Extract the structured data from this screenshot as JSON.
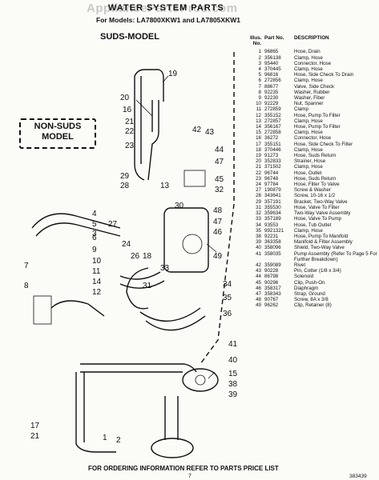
{
  "watermark": "AppliancePartsPros.com",
  "title": "WATER SYSTEM PARTS",
  "subtitle": "For Models: LA7800XKW1 and LA7805XKW1",
  "suds_label": "SUDS-MODEL",
  "non_suds_label_1": "NON-SUDS",
  "non_suds_label_2": "MODEL",
  "table_headers": {
    "illus": "Illus. No.",
    "part": "Part No.",
    "desc": "DESCRIPTION"
  },
  "parts": [
    {
      "no": "1",
      "pn": "96865",
      "desc": "Hose, Drain"
    },
    {
      "no": "2",
      "pn": "356138",
      "desc": "Clamp, Hose"
    },
    {
      "no": "3",
      "pn": "95440",
      "desc": "Connector, Hose"
    },
    {
      "no": "4",
      "pn": "370445",
      "desc": "Clamp, Hose"
    },
    {
      "no": "5",
      "pn": "96816",
      "desc": "Hose, Side Check To Drain"
    },
    {
      "no": "6",
      "pn": "272856",
      "desc": "Clamp, Hose"
    },
    {
      "no": "7",
      "pn": "88677",
      "desc": "Valve, Side Check"
    },
    {
      "no": "8",
      "pn": "92235",
      "desc": "Washer, Rubber"
    },
    {
      "no": "9",
      "pn": "92230",
      "desc": "Washer, Fiber"
    },
    {
      "no": "10",
      "pn": "92229",
      "desc": "Nut, Spanner"
    },
    {
      "no": "11",
      "pn": "272859",
      "desc": "Clamp"
    },
    {
      "no": "12",
      "pn": "355152",
      "desc": "Hose, Pump To Filter"
    },
    {
      "no": "13",
      "pn": "272857",
      "desc": "Clamp, Hose"
    },
    {
      "no": "14",
      "pn": "356167",
      "desc": "Hose, Pump To Filter"
    },
    {
      "no": "15",
      "pn": "272858",
      "desc": "Clamp, Hose"
    },
    {
      "no": "16",
      "pn": "36272",
      "desc": "Connector, Hose"
    },
    {
      "no": "17",
      "pn": "355151",
      "desc": "Hose, Side Check To Filter"
    },
    {
      "no": "18",
      "pn": "370446",
      "desc": "Clamp, Hose"
    },
    {
      "no": "19",
      "pn": "91273",
      "desc": "Hose, Suds Return"
    },
    {
      "no": "20",
      "pn": "352833",
      "desc": "Strainer, Hose"
    },
    {
      "no": "21",
      "pn": "371502",
      "desc": "Clamp, Hose"
    },
    {
      "no": "22",
      "pn": "96744",
      "desc": "Hose, Outlet"
    },
    {
      "no": "23",
      "pn": "96748",
      "desc": "Hose, Suds Return"
    },
    {
      "no": "24",
      "pn": "97784",
      "desc": "Hose, Filter To Valve"
    },
    {
      "no": "27",
      "pn": "190879",
      "desc": "Screw & Washer"
    },
    {
      "no": "28",
      "pn": "343641",
      "desc": "Screw, 10-16 x 1/2"
    },
    {
      "no": "29",
      "pn": "357191",
      "desc": "Bracket, Two-Way Valve"
    },
    {
      "no": "31",
      "pn": "355530",
      "desc": "Hose, Valve To Filter"
    },
    {
      "no": "32",
      "pn": "359634",
      "desc": "Two-Way Valve Assembly"
    },
    {
      "no": "33",
      "pn": "357189",
      "desc": "Hose, Valve To Pump"
    },
    {
      "no": "34",
      "pn": "93553",
      "desc": "Hose, Tub Outlet"
    },
    {
      "no": "35",
      "pn": "9921321",
      "desc": "Clamp, Hose"
    },
    {
      "no": "38",
      "pn": "92231",
      "desc": "Hose, Pump To Manifold"
    },
    {
      "no": "39",
      "pn": "363358",
      "desc": "Manifold & Filter Assembly"
    },
    {
      "no": "40",
      "pn": "358096",
      "desc": "Shield, Two-Way Valve"
    },
    {
      "no": "41",
      "pn": "358035",
      "desc": "Pump Assembly (Refer To Page 5 For Further Breakdown)"
    },
    {
      "no": "42",
      "pn": "359089",
      "desc": "Rivet"
    },
    {
      "no": "43",
      "pn": "90228",
      "desc": "Pin, Cotter (1/8 x 3/4)"
    },
    {
      "no": "44",
      "pn": "86798",
      "desc": "Solenoid"
    },
    {
      "no": "45",
      "pn": "90296",
      "desc": "Clip, Push-On"
    },
    {
      "no": "46",
      "pn": "358317",
      "desc": "Diaphragm"
    },
    {
      "no": "47",
      "pn": "358343",
      "desc": "Strap, Ground"
    },
    {
      "no": "48",
      "pn": "90767",
      "desc": "Screw, 8A x 3/8"
    },
    {
      "no": "49",
      "pn": "96262",
      "desc": "Clip, Retainer (8)"
    }
  ],
  "callouts": [
    {
      "label": "20"
    },
    {
      "label": "19"
    },
    {
      "label": "16"
    },
    {
      "label": "21"
    },
    {
      "label": "22"
    },
    {
      "label": "23"
    },
    {
      "label": "42"
    },
    {
      "label": "43"
    },
    {
      "label": "44"
    },
    {
      "label": "47"
    },
    {
      "label": "45"
    },
    {
      "label": "32"
    },
    {
      "label": "13"
    },
    {
      "label": "29"
    },
    {
      "label": "28"
    },
    {
      "label": "30"
    },
    {
      "label": "48"
    },
    {
      "label": "47"
    },
    {
      "label": "46"
    },
    {
      "label": "49"
    },
    {
      "label": "4"
    },
    {
      "label": "5"
    },
    {
      "label": "3"
    },
    {
      "label": "27"
    },
    {
      "label": "24"
    },
    {
      "label": "26"
    },
    {
      "label": "18"
    },
    {
      "label": "33"
    },
    {
      "label": "31"
    },
    {
      "label": "6"
    },
    {
      "label": "9"
    },
    {
      "label": "10"
    },
    {
      "label": "11"
    },
    {
      "label": "7"
    },
    {
      "label": "8"
    },
    {
      "label": "14"
    },
    {
      "label": "12"
    },
    {
      "label": "34"
    },
    {
      "label": "35"
    },
    {
      "label": "36"
    },
    {
      "label": "41"
    },
    {
      "label": "40"
    },
    {
      "label": "15"
    },
    {
      "label": "38"
    },
    {
      "label": "39"
    },
    {
      "label": "17"
    },
    {
      "label": "21"
    },
    {
      "label": "1"
    },
    {
      "label": "2"
    }
  ],
  "footer": "FOR ORDERING INFORMATION REFER TO PARTS PRICE LIST",
  "page_number": "7",
  "doc_code": "383439"
}
